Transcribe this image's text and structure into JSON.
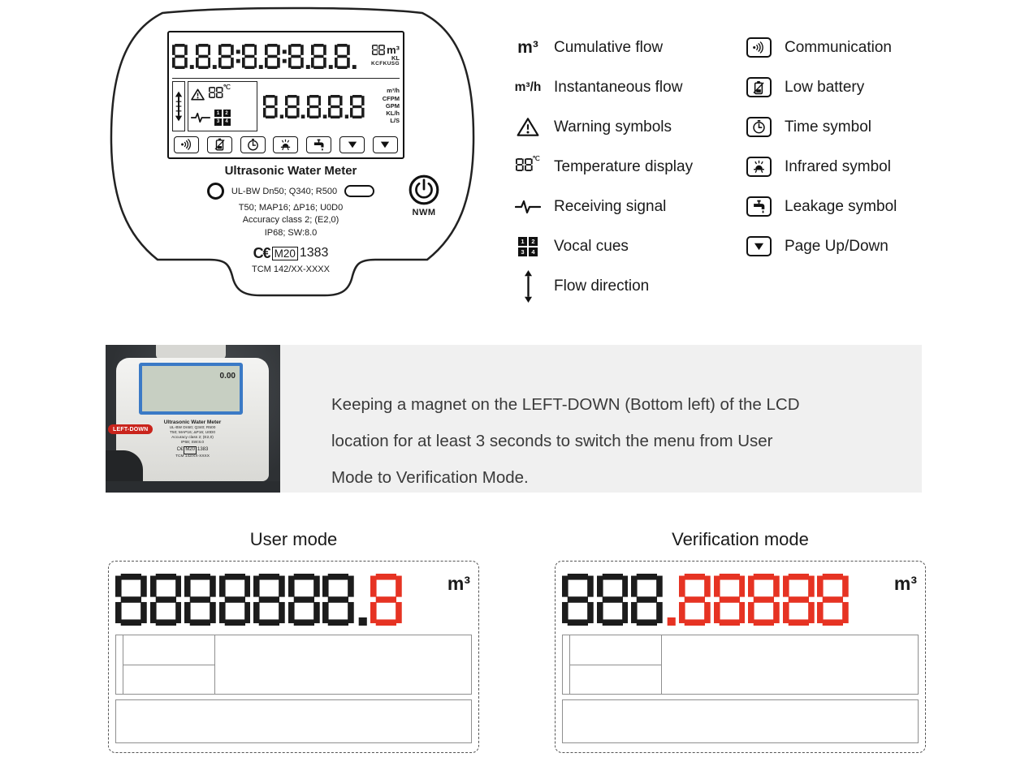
{
  "colors": {
    "digit_black": "#1c1c1c",
    "digit_red": "#e63323",
    "accent_blue": "#3b7ac6",
    "band_bg": "#f0f0f0",
    "wire_gray": "#8f8f8f"
  },
  "vocal_cues": [
    "1",
    "2",
    "3",
    "4"
  ],
  "meter": {
    "lcd": {
      "main_digits": "8.8.8:8.8:8.8.8.",
      "main_small_digits": "88",
      "main_unit": "m³",
      "main_unit_sub1": "KL",
      "main_unit_sub2": "KCFKUSG",
      "temp_digits": "88",
      "temp_unit": "℃",
      "second_digits": "8.8.8.8.8",
      "second_units": [
        "m³/h",
        "CFPM",
        "GPM",
        "KL/h",
        "L/S"
      ]
    },
    "title": "Ultrasonic Water Meter",
    "spec_line1": "UL-BW Dn50; Q340; R500",
    "spec_line2": "T50; MAP16; ΔP16; U0D0",
    "spec_line3": "Accuracy class 2; (E2,0)",
    "spec_line4": "IP68; SW:8.0",
    "ce_mark": "C€",
    "ce_box": "M20",
    "ce_number": "1383",
    "tcm_line": "TCM 142/XX-XXXX",
    "brand": "NWM"
  },
  "legend": {
    "left": [
      {
        "icon": "cumulative-flow-icon",
        "symbol": "m³",
        "label": "Cumulative flow"
      },
      {
        "icon": "instantaneous-flow-icon",
        "symbol": "m³/h",
        "label": "Instantaneous flow"
      },
      {
        "icon": "warning-icon",
        "label": "Warning symbols"
      },
      {
        "icon": "temperature-icon",
        "symbol": "88",
        "unit": "℃",
        "label": "Temperature display"
      },
      {
        "icon": "signal-icon",
        "label": "Receiving signal"
      },
      {
        "icon": "vocal-cues-icon",
        "label": "Vocal cues"
      },
      {
        "icon": "flow-direction-icon",
        "label": "Flow direction"
      }
    ],
    "right": [
      {
        "icon": "communication-icon",
        "label": "Communication"
      },
      {
        "icon": "low-battery-icon",
        "label": "Low battery"
      },
      {
        "icon": "time-icon",
        "label": "Time symbol"
      },
      {
        "icon": "infrared-icon",
        "label": "Infrared symbol"
      },
      {
        "icon": "leakage-icon",
        "label": "Leakage symbol"
      },
      {
        "icon": "page-updown-icon",
        "label": "Page Up/Down"
      }
    ]
  },
  "photo": {
    "badge": "LEFT-DOWN",
    "lcd_value": "0.00"
  },
  "instruction": {
    "lines": [
      "Keeping a magnet on the LEFT-DOWN (Bottom left) of the LCD",
      "location for at least 3 seconds to switch the menu from User",
      "Mode to Verification Mode."
    ]
  },
  "modes": {
    "user": {
      "title": "User mode",
      "digit_parts": [
        {
          "text": "8888888.",
          "color": "black"
        },
        {
          "text": "8",
          "color": "red"
        }
      ],
      "unit": "m³"
    },
    "verification": {
      "title": "Verification mode",
      "digit_parts": [
        {
          "text": "888",
          "color": "black"
        },
        {
          "text": ".88888",
          "color": "red"
        }
      ],
      "unit": "m³"
    }
  }
}
